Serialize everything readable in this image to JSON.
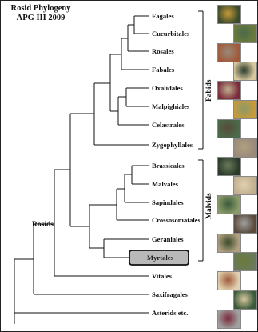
{
  "title_line1": "Rosid Phylogeny",
  "title_line2": "APG III 2009",
  "clade_labels": {
    "rosids": "Rosids",
    "fabids": "Fabids",
    "malvids": "Malvids"
  },
  "orders": [
    {
      "name": "Fagales"
    },
    {
      "name": "Cucurbitales"
    },
    {
      "name": "Rosales"
    },
    {
      "name": "Fabales"
    },
    {
      "name": "Oxalidales"
    },
    {
      "name": "Malpighiales"
    },
    {
      "name": "Celastrales"
    },
    {
      "name": "Zygophyllales"
    },
    {
      "name": "Brassicales"
    },
    {
      "name": "Malvales"
    },
    {
      "name": "Sapindales"
    },
    {
      "name": "Crossosomatales"
    },
    {
      "name": "Geraniales"
    },
    {
      "name": "Myrtales",
      "highlighted": true
    },
    {
      "name": "Vitales"
    },
    {
      "name": "Saxifragales"
    },
    {
      "name": "Asterids etc."
    }
  ],
  "colors": {
    "line": "#111111",
    "highlight_fill": "#b9b9b9",
    "highlight_border": "#111111",
    "photo_palette": [
      "#3a4a2a",
      "#6b7a3a",
      "#a05a3a",
      "#d8c8a0",
      "#7a2a3a",
      "#c89a3a",
      "#4a6a4a",
      "#9a8a7a",
      "#2a3a2a",
      "#c0b090",
      "#8a9a6a",
      "#5a4a3a",
      "#b0a080",
      "#6a7a5a",
      "#e0d0b0",
      "#3a5a3a",
      "#a0a0a0"
    ]
  }
}
